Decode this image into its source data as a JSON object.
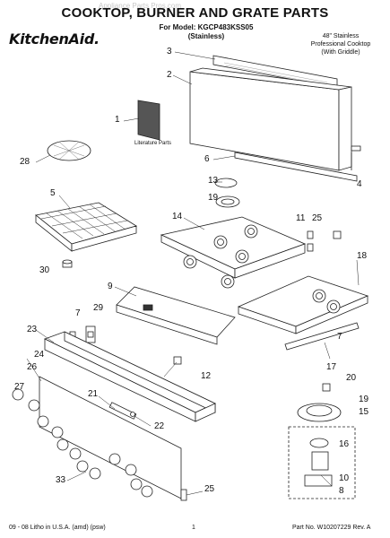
{
  "watermark": "Appliance Parts Pros.com",
  "title": "COOKTOP, BURNER AND GRATE PARTS",
  "model_line": "For Model: KGCP483KSS05",
  "model_sub": "(Stainless)",
  "brand": "KitchenAid.",
  "description": [
    "48\" Stainless",
    "Professional Cooktop",
    "(With Griddle)"
  ],
  "literature_label": "Literature Parts",
  "footer": {
    "left": "09 - 08 Litho in U.S.A. (amd) (psw)",
    "center": "1",
    "right": "Part No. W10207229 Rev. A"
  },
  "callouts": [
    "3",
    "2",
    "1",
    "6",
    "4",
    "28",
    "13",
    "19",
    "5",
    "14",
    "11",
    "25",
    "30",
    "18",
    "9",
    "7",
    "29",
    "23",
    "12",
    "17",
    "7",
    "24",
    "26",
    "27",
    "21",
    "22",
    "20",
    "19",
    "15",
    "16",
    "33",
    "10",
    "8",
    "25"
  ]
}
